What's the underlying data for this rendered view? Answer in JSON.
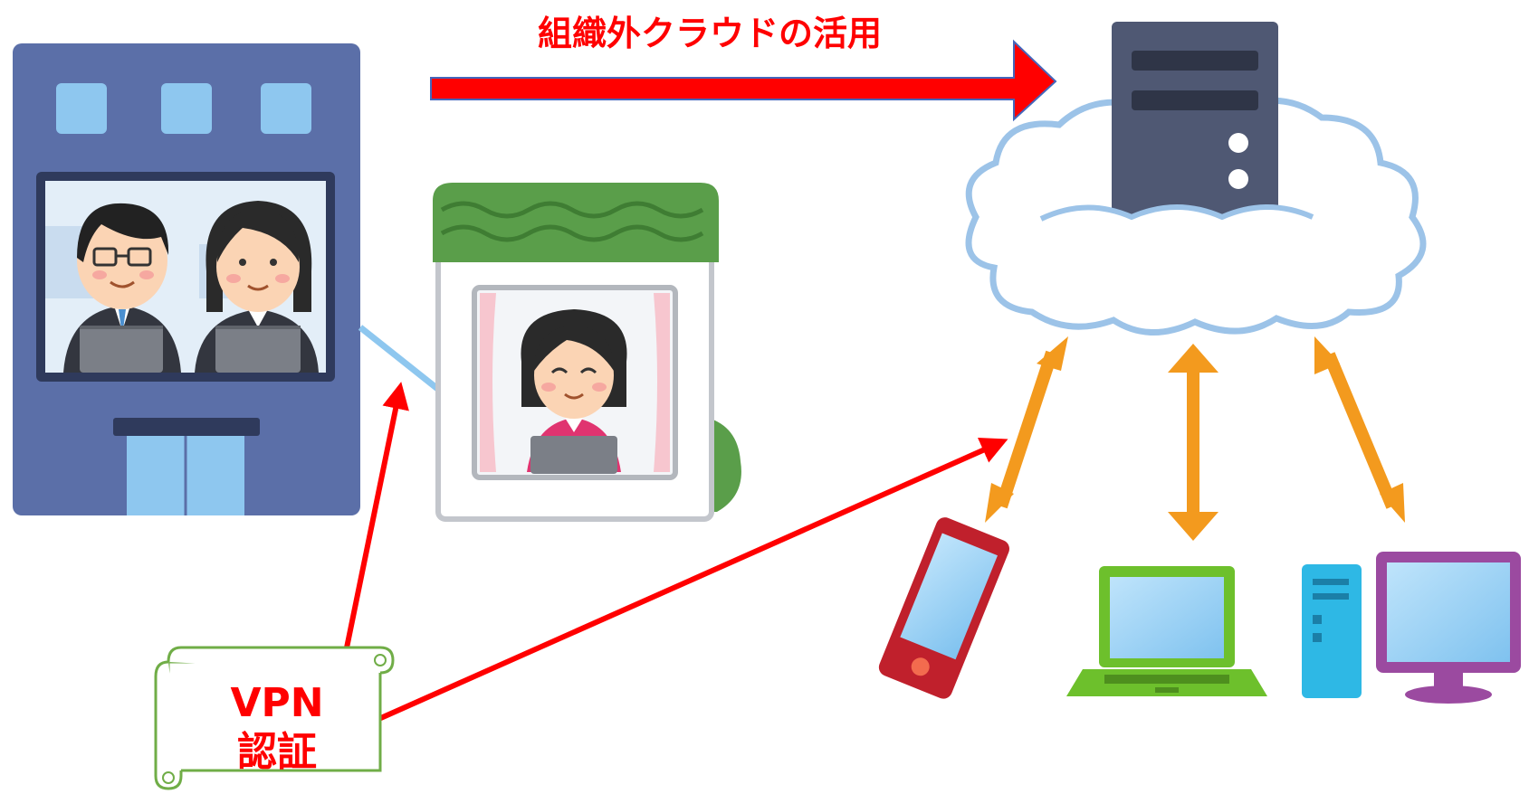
{
  "banner": {
    "text": "組織外クラウドの活用",
    "color": "#ff0000"
  },
  "scroll": {
    "line1": "VPN",
    "line2": "認証",
    "text_color": "#ff0000",
    "border_color": "#70ad47"
  },
  "colors": {
    "building": "#5b6fa8",
    "window_light": "#8ec7ef",
    "house_roof": "#5a9e4a",
    "server": "#4f5873",
    "cloud_outline": "#9cc3e8",
    "sync_arrow": "#f39a1e",
    "red_arrow": "#ff0000",
    "connector": "#8ec7ef"
  },
  "icons": [
    "office-building-icon",
    "businessman-icon",
    "businesswoman-icon",
    "house-icon",
    "remote-worker-icon",
    "cloud-server-icon",
    "smartphone-icon",
    "laptop-icon",
    "desktop-pc-icon"
  ]
}
